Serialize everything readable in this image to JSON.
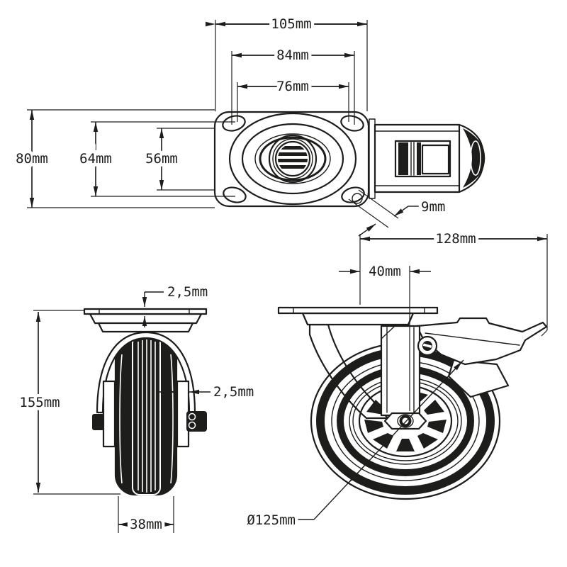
{
  "drawing": {
    "subject": "swivel caster with brake - dimensional drawing",
    "line_color": "#1d1d1b",
    "background_color": "#ffffff",
    "unit": "mm",
    "dimensions": {
      "top": {
        "plate_width": "105mm",
        "hole_pitch_width": "84mm",
        "hole_pitch_width_inner": "76mm",
        "plate_depth": "80mm",
        "hole_pitch_depth": "64mm",
        "hole_pitch_depth_inner": "56mm",
        "slot_width": "9mm"
      },
      "front": {
        "overall_height": "155mm",
        "plate_thickness": "2,5mm",
        "bracket_thickness": "2,5mm",
        "wheel_width": "38mm"
      },
      "side": {
        "overall_length": "128mm",
        "swivel_offset": "40mm",
        "wheel_diameter": "Ø125mm"
      }
    }
  }
}
